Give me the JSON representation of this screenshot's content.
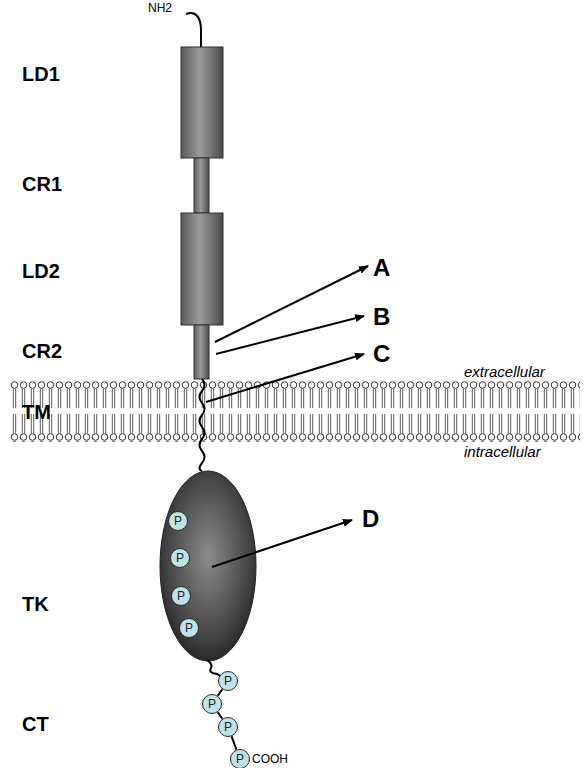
{
  "diagram": {
    "nodes": [
      {
        "text": [
          "P"
        ]
      },
      {
        "text": [
          "P"
        ]
      },
      {
        "text": [
          "P"
        ]
      },
      {
        "text": [
          "P"
        ]
      },
      {
        "text": [
          "P"
        ]
      },
      {
        "text": [
          "P"
        ]
      },
      {
        "text": [
          "P"
        ]
      },
      {
        "text": [
          "P"
        ]
      }
    ],
    "edges": [
      {
        "from": 4,
        "to": 5,
        "arrow": "none"
      },
      {
        "from": 5,
        "to": 6,
        "arrow": "none"
      },
      {
        "from": 6,
        "to": 7,
        "arrow": "none"
      }
    ],
    "labels": [
      "NH2",
      "LD1",
      "CR1",
      "LD2",
      "CR2",
      "TM",
      "TK",
      "CT",
      "A",
      "B",
      "C",
      "D",
      "extracellular",
      "intracellular",
      "COOH"
    ]
  }
}
